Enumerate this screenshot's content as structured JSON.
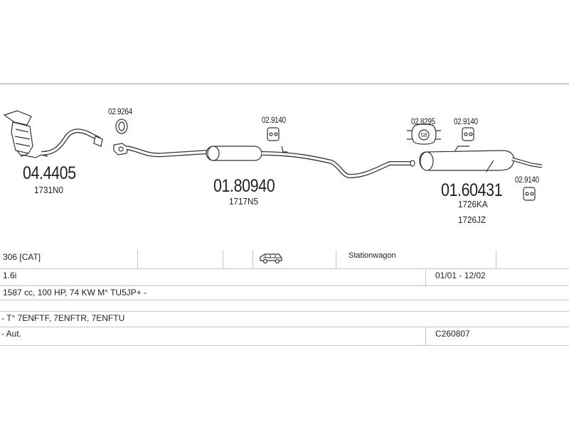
{
  "parts": {
    "catalyst": {
      "code": "04.4405",
      "ref": "1731N0"
    },
    "middle_silencer": {
      "code": "01.80940",
      "ref": "1717N5"
    },
    "rear_silencer": {
      "code": "01.60431",
      "ref1": "1726KA",
      "ref2": "1726JZ"
    },
    "ring_gasket": {
      "code": "02.9264"
    },
    "hanger_middle": {
      "code": "02.9140"
    },
    "clamp": {
      "code": "02.8295",
      "badge": "58"
    },
    "hanger_rear": {
      "code": "02.9140"
    },
    "hanger_tail": {
      "code": "02.9140"
    }
  },
  "vehicle": {
    "model": "306  [CAT]",
    "body_type": "Stationwagon",
    "engine": "1.6i",
    "period": "01/01 - 12/02",
    "spec": "1587 cc, 100 HP, 74 KW M° TU5JP+ -",
    "type_codes": "- T° 7ENFTF, 7ENFTR, 7ENFTU",
    "gearbox": "- Aut.",
    "catalog_no": "C260807"
  },
  "colors": {
    "line": "#333333",
    "fill": "#ffffff",
    "rule": "#c8c8c8"
  },
  "icons": {
    "car": "station-wagon-car-icon"
  }
}
